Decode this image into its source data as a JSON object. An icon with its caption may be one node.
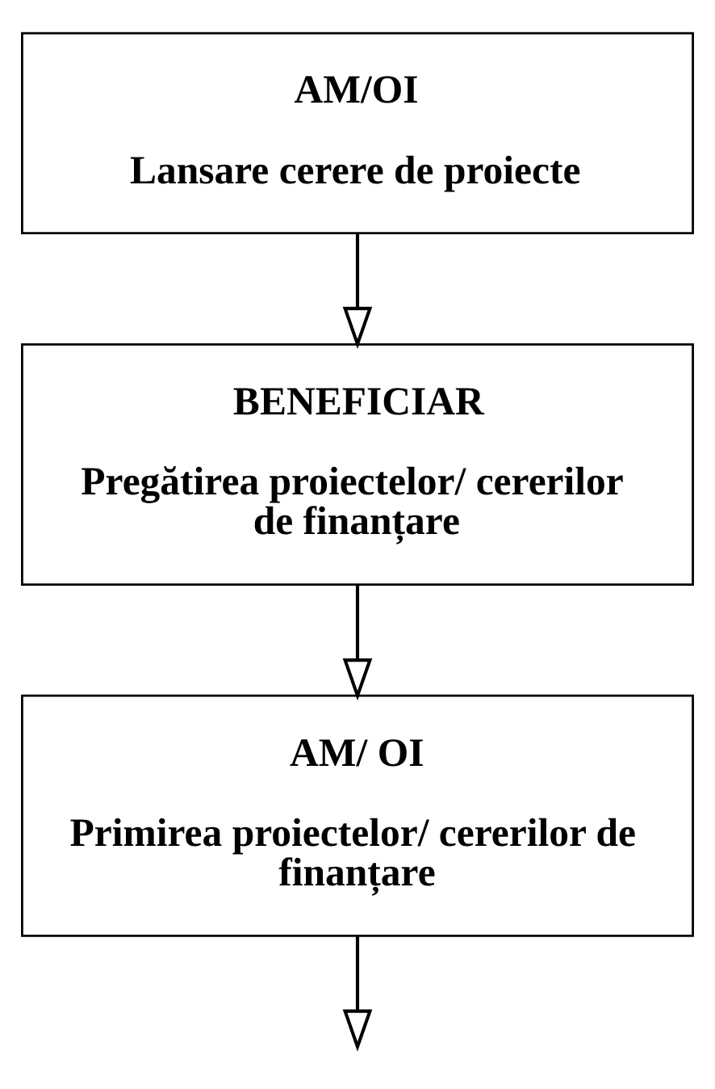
{
  "diagram": {
    "nodes": [
      {
        "text": [
          "AM/OI",
          "Lansare cerere de proiecte"
        ]
      },
      {
        "text": [
          "BENEFICIAR",
          "Pregătirea proiectelor/ cererilor de finanțare"
        ]
      },
      {
        "text": [
          "AM/ OI",
          "Primirea proiectelor/ cererilor de finanțare"
        ]
      }
    ],
    "edges": [
      {
        "from": 0,
        "to": 1,
        "arrow": "to"
      },
      {
        "from": 1,
        "to": 2,
        "arrow": "to"
      },
      {
        "from": 2,
        "to": null,
        "arrow": "to"
      }
    ]
  }
}
